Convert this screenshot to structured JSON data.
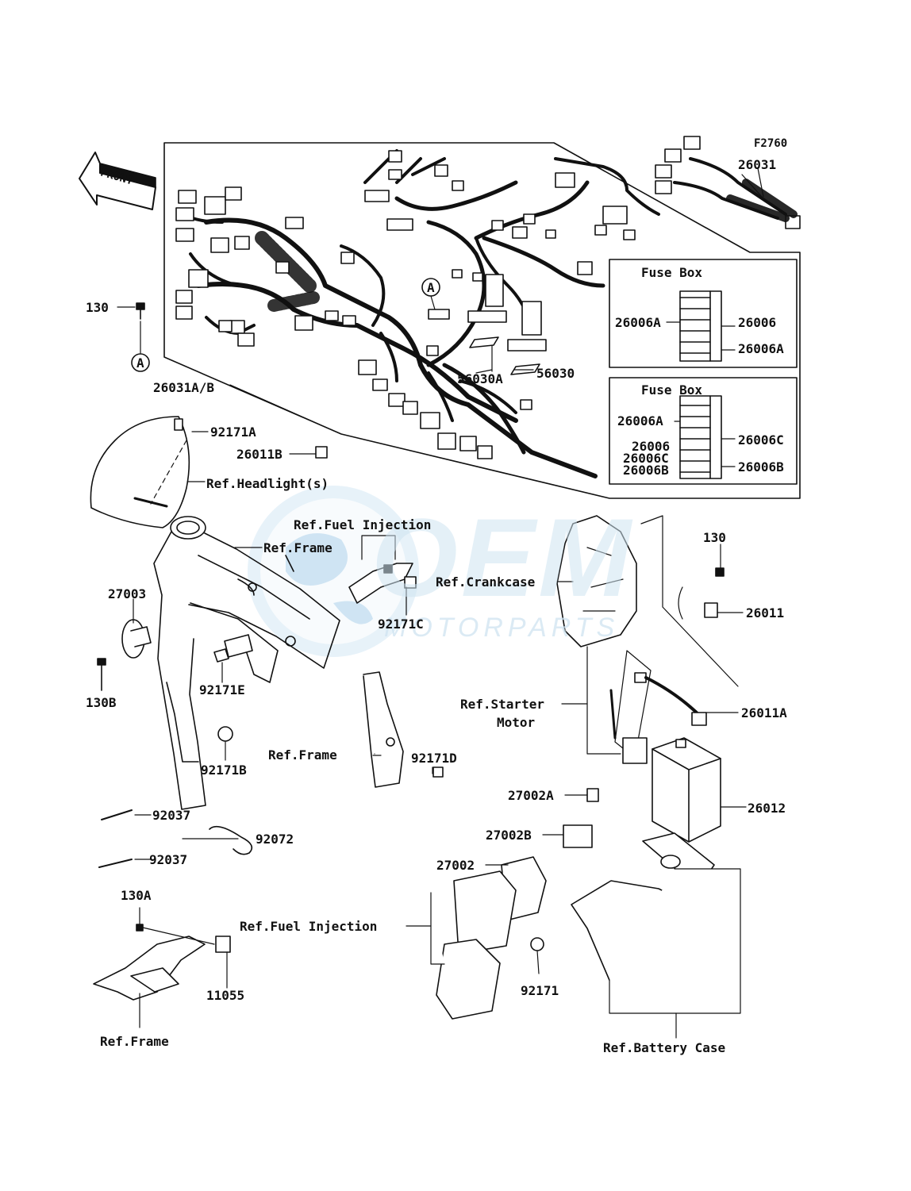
{
  "figure_code": "F2760",
  "front_label": "FRONT",
  "callout_marker": "A",
  "watermark": {
    "brand": "OEM",
    "sub": "MOTORPARTS"
  },
  "fuse_box_1": {
    "title": "Fuse Box",
    "left_label": "26006A",
    "right_labels": [
      "26006",
      "26006A"
    ]
  },
  "fuse_box_2": {
    "title": "Fuse Box",
    "left_labels": [
      "26006A",
      "26006",
      "26006C",
      "26006B"
    ],
    "right_labels": [
      "26006C",
      "26006B"
    ]
  },
  "parts": {
    "p26031": "26031",
    "p130_top": "130",
    "p26031ab": "26031A/B",
    "p56030a": "56030A",
    "p56030": "56030",
    "p92171a": "92171A",
    "p26011b": "26011B",
    "p27003": "27003",
    "p130b": "130B",
    "p92171e": "92171E",
    "p92171b": "92171B",
    "p92171c": "92171C",
    "p130_right": "130",
    "p26011": "26011",
    "p26011a": "26011A",
    "p92171d": "92171D",
    "p27002a": "27002A",
    "p26012": "26012",
    "p27002b": "27002B",
    "p27002": "27002",
    "p92037_1": "92037",
    "p92072": "92072",
    "p92037_2": "92037",
    "p130a": "130A",
    "p11055": "11055",
    "p92171": "92171"
  },
  "refs": {
    "headlight": "Ref.Headlight(s)",
    "fuel_injection_top": "Ref.Fuel Injection",
    "frame_top": "Ref.Frame",
    "crankcase": "Ref.Crankcase",
    "starter_motor_1": "Ref.Starter",
    "starter_motor_2": "Motor",
    "frame_mid": "Ref.Frame",
    "fuel_injection_bottom": "Ref.Fuel Injection",
    "frame_bottom": "Ref.Frame",
    "battery_case": "Ref.Battery Case"
  }
}
